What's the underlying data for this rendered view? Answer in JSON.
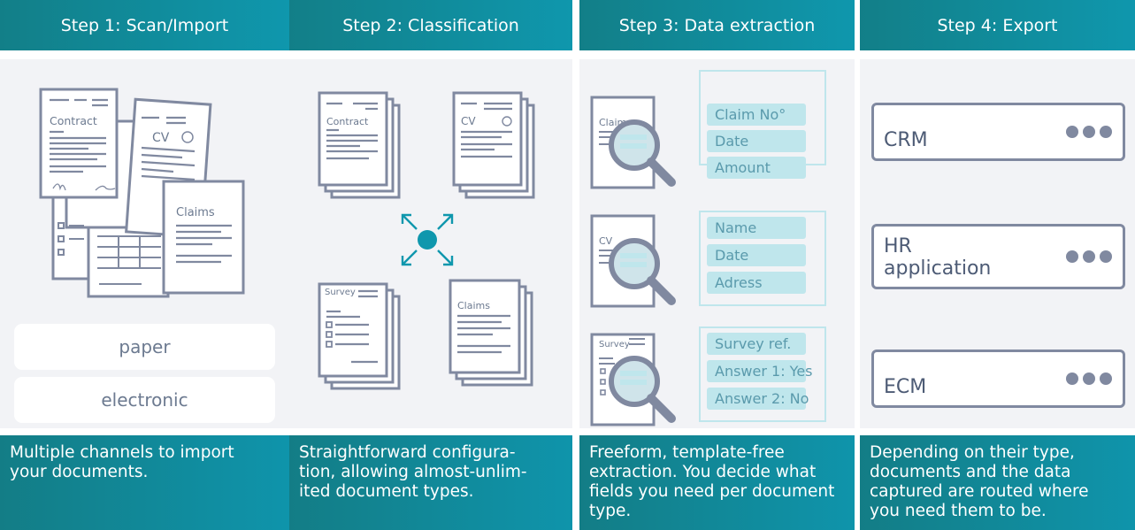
{
  "steps": [
    {
      "title": "Step 1: Scan/Import",
      "caption_lines": [
        "Multiple channels to import",
        "your documents."
      ]
    },
    {
      "title": "Step 2: Classification",
      "caption_lines": [
        "Straightforward configura-",
        "tion, allowing almost-unlim-",
        "ited document types."
      ]
    },
    {
      "title": "Step 3: Data extraction",
      "caption_lines": [
        "Freeform, template-free",
        "extraction. You decide what",
        "fields you need per document",
        "type."
      ]
    },
    {
      "title": "Step 4: Export",
      "caption_lines": [
        "Depending on their type,",
        "documents and the data",
        "captured are routed where",
        "you need them to be."
      ]
    }
  ],
  "import_channels": [
    "paper",
    "electronic"
  ],
  "document_labels": {
    "contract": "Contract",
    "cv": "CV",
    "claims": "Claims",
    "survey": "Survey"
  },
  "extraction_groups": [
    {
      "doc_label": "Claim",
      "fields": [
        "Claim No°",
        "Date",
        "Amount"
      ]
    },
    {
      "doc_label": "CV",
      "fields": [
        "Name",
        "Date",
        "Adress"
      ]
    },
    {
      "doc_label": "Survey",
      "fields": [
        "Survey ref.",
        "Answer 1: Yes",
        "Answer 2: No"
      ]
    }
  ],
  "export_targets": [
    {
      "label_lines": [
        "CRM"
      ]
    },
    {
      "label_lines": [
        "HR",
        "application"
      ]
    },
    {
      "label_lines": [
        "ECM"
      ]
    }
  ],
  "colors": {
    "teal": "#0f97ad",
    "doc_stroke": "#8089a0",
    "field_fill": "#bfe6ec",
    "panel": "#f2f3f6"
  }
}
